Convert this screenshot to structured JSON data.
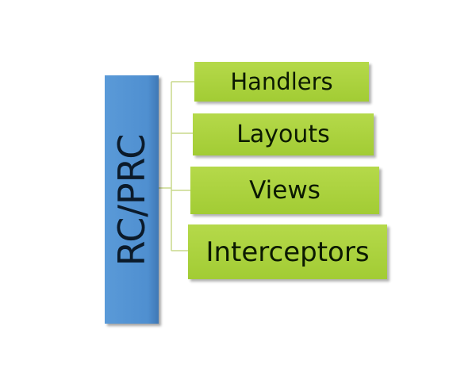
{
  "diagram": {
    "root": {
      "label": "RC/PRC",
      "color": "#5a9ad8"
    },
    "children": [
      {
        "label": "Handlers"
      },
      {
        "label": "Layouts"
      },
      {
        "label": "Views"
      },
      {
        "label": "Interceptors"
      }
    ],
    "child_color": "#a8d13c",
    "connector_color": "#c8d98c"
  }
}
